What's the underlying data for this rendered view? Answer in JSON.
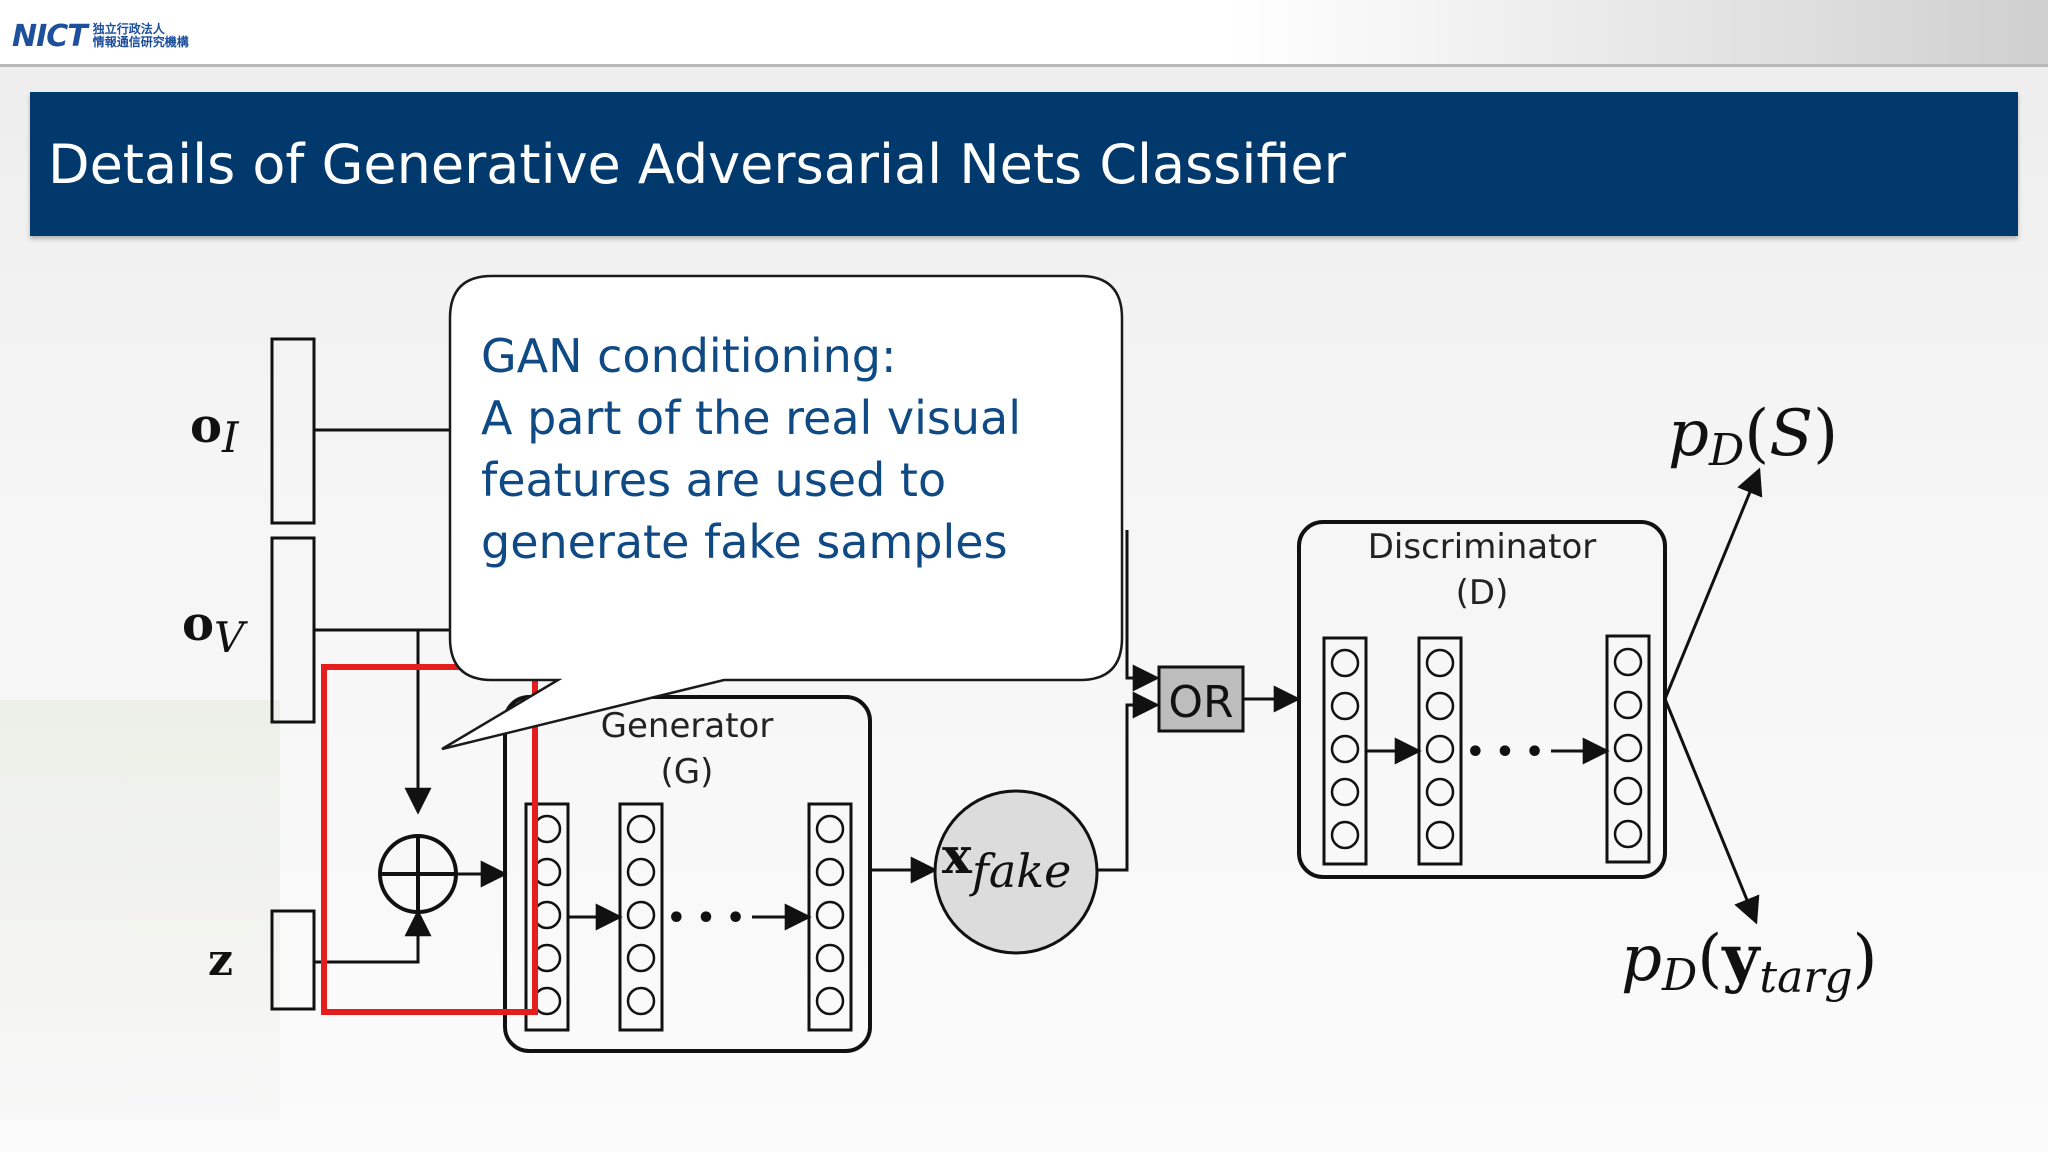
{
  "header": {
    "logo_mark": "NICT",
    "logo_sub_line1": "独立行政法人",
    "logo_sub_line2": "情報通信研究機構"
  },
  "title": "Details of Generative Adversarial Nets Classifier",
  "callout": {
    "lines": [
      "GAN conditioning:",
      "A part of the real visual",
      "features are used to",
      "generate fake samples"
    ]
  },
  "diagram": {
    "inputs": {
      "o_i": {
        "base": "o",
        "sub": "I"
      },
      "o_v": {
        "base": "o",
        "sub": "V"
      },
      "z": "z"
    },
    "generator": {
      "name": "Generator",
      "abbr": "(G)"
    },
    "discriminator": {
      "name": "Discriminator",
      "abbr": "(D)"
    },
    "x_fake": {
      "base": "x",
      "sub": "fake"
    },
    "or_label": "OR",
    "outputs": {
      "p_s": {
        "base": "p",
        "sub": "D",
        "arg": "S"
      },
      "p_y": {
        "base": "p",
        "sub": "D",
        "arg_base": "y",
        "arg_sub": "targ"
      }
    },
    "ellipsis": "• • •",
    "colors": {
      "highlight_box": "#e41d1d",
      "title_bar": "#02396c",
      "callout_text": "#0f4a85",
      "or_box_fill": "#bdbdbd",
      "x_fake_fill": "#dcdcdc"
    }
  }
}
